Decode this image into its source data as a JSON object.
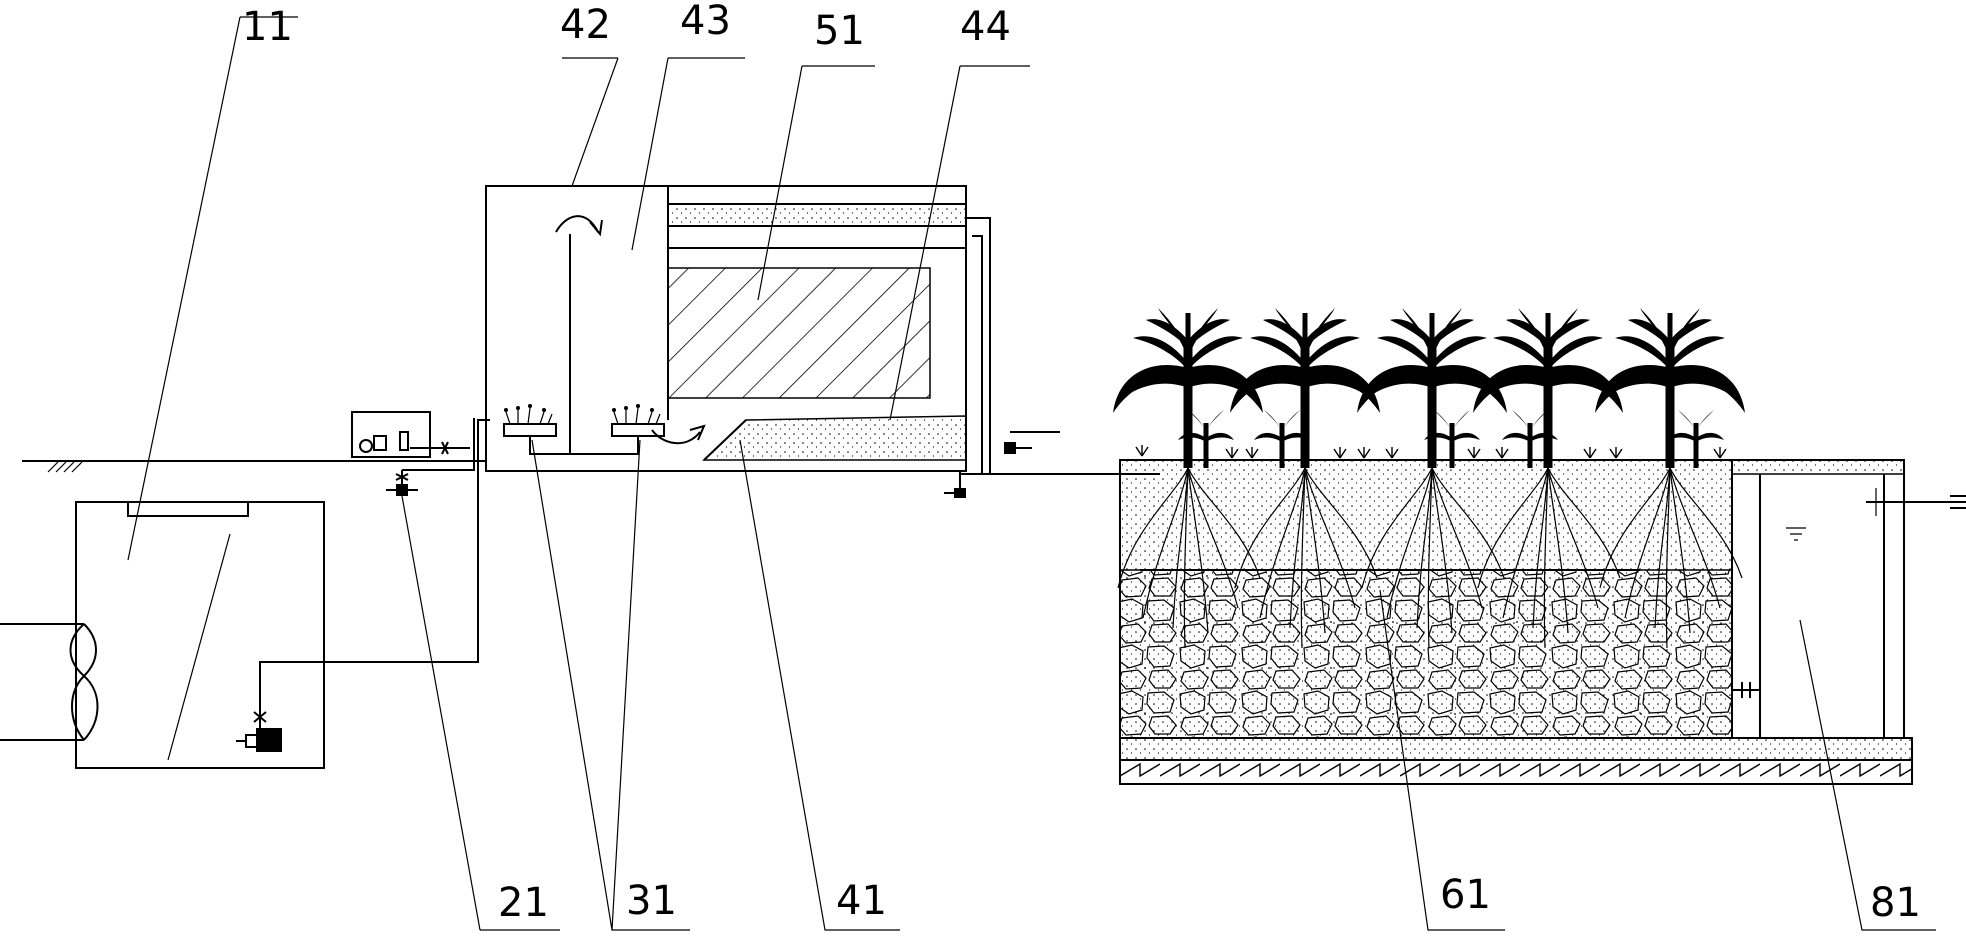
{
  "labels": {
    "l11": "11",
    "l42": "42",
    "l43": "43",
    "l51": "51",
    "l44": "44",
    "l21": "21",
    "l31": "31",
    "l41": "41",
    "l61": "61",
    "l81": "81"
  },
  "colors": {
    "line": "#000000",
    "background": "#ffffff",
    "plant": "#000000"
  },
  "components": {
    "plant_count": 5
  }
}
